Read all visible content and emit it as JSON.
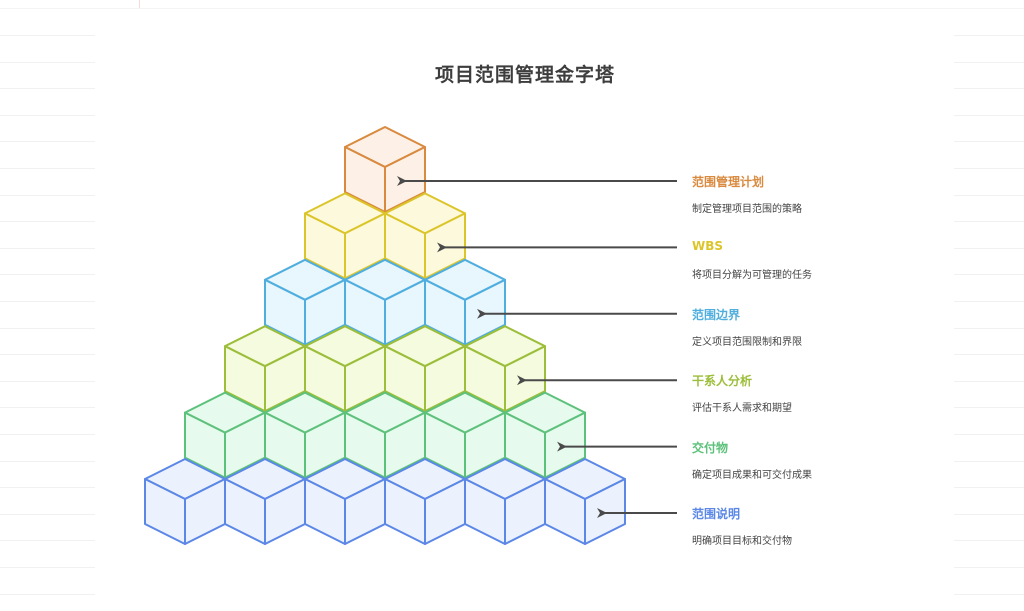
{
  "title": "项目范围管理金字塔",
  "levels": [
    {
      "label": "范围管理计划",
      "desc": "制定管理项目范围的策略",
      "color": "#D98A3E",
      "fill": "#FDF0E6",
      "cubes": 1
    },
    {
      "label": "WBS",
      "desc": "将项目分解为可管理的任务",
      "color": "#DCC52A",
      "fill": "#FDF9DC",
      "cubes": 2
    },
    {
      "label": "范围边界",
      "desc": "定义项目范围限制和界限",
      "color": "#4FAEDD",
      "fill": "#E8F6FD",
      "cubes": 3
    },
    {
      "label": "干系人分析",
      "desc": "评估干系人需求和期望",
      "color": "#9CBE3A",
      "fill": "#F4FBDE",
      "cubes": 4
    },
    {
      "label": "交付物",
      "desc": "确定项目成果和可交付成果",
      "color": "#5CC17A",
      "fill": "#E7FAEE",
      "cubes": 5
    },
    {
      "label": "范围说明",
      "desc": "明确项目目标和交付物",
      "color": "#5B87E6",
      "fill": "#EBF1FD",
      "cubes": 6
    }
  ],
  "arrow_color": "#4a4a4a"
}
